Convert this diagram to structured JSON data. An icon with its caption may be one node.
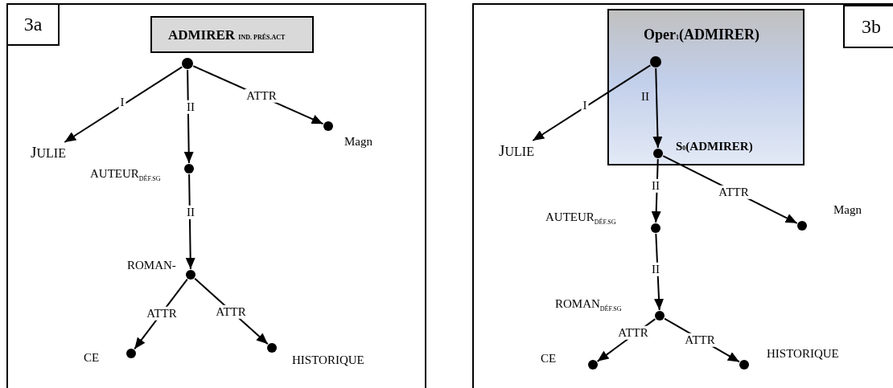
{
  "diagram": {
    "nodes": [
      {
        "text": [],
        "shape": "box"
      },
      {
        "text": [
          "3a"
        ],
        "in": 0
      },
      {
        "text": [
          "ADMIRER $_{IND. PRÉS.ACT}$"
        ],
        "in": 0
      },
      {
        "text": [],
        "shape": "circle",
        "in": 0
      },
      {
        "text": [
          "JULIE"
        ],
        "in": 0
      },
      {
        "text": [],
        "shape": "circle",
        "in": 0,
        "beside": [
          "AUTEUR$_{DÉF.SG}$"
        ]
      },
      {
        "text": [],
        "shape": "circle",
        "in": 0,
        "beside": [
          "Magn"
        ]
      },
      {
        "text": [],
        "shape": "circle",
        "in": 0,
        "beside": [
          "ROMAN-"
        ]
      },
      {
        "text": [],
        "shape": "circle",
        "in": 0,
        "beside": [
          "CE"
        ]
      },
      {
        "text": [],
        "shape": "circle",
        "in": 0,
        "beside": [
          "HISTORIQUE"
        ]
      },
      {
        "text": [],
        "shape": "box"
      },
      {
        "text": [
          "3b"
        ],
        "in": 10
      },
      {
        "text": [
          "Oper$_{1}$(ADMIRER)"
        ],
        "in": 10
      },
      {
        "text": [],
        "shape": "circle",
        "in": 12
      },
      {
        "text": [],
        "shape": "circle",
        "in": 12,
        "beside": [
          "S$_{0}$(ADMIRER)"
        ]
      },
      {
        "text": [
          "JULIE"
        ],
        "in": 10
      },
      {
        "text": [],
        "shape": "circle",
        "in": 10,
        "beside": [
          "AUTEUR$_{DÉF.SG}$"
        ]
      },
      {
        "text": [],
        "shape": "circle",
        "in": 10,
        "beside": [
          "Magn"
        ]
      },
      {
        "text": [],
        "shape": "circle",
        "in": 10,
        "beside": [
          "ROMAN$_{DÉF.SG}$"
        ]
      },
      {
        "text": [],
        "shape": "circle",
        "in": 10,
        "beside": [
          "CE"
        ]
      },
      {
        "text": [],
        "shape": "circle",
        "in": 10,
        "beside": [
          "HISTORIQUE"
        ]
      }
    ],
    "edges": [
      {
        "from": 3,
        "to": 4,
        "arrow": "to",
        "label": "I"
      },
      {
        "from": 3,
        "to": 5,
        "arrow": "to",
        "label": "II"
      },
      {
        "from": 3,
        "to": 6,
        "arrow": "to",
        "label": "ATTR"
      },
      {
        "from": 5,
        "to": 7,
        "arrow": "to",
        "label": "II"
      },
      {
        "from": 7,
        "to": 8,
        "arrow": "to",
        "label": "ATTR"
      },
      {
        "from": 7,
        "to": 9,
        "arrow": "to",
        "label": "ATTR"
      },
      {
        "from": 13,
        "to": 15,
        "arrow": "to",
        "label": "I"
      },
      {
        "from": 13,
        "to": 14,
        "arrow": "to",
        "label": "II"
      },
      {
        "from": 14,
        "to": 16,
        "arrow": "to",
        "label": "II"
      },
      {
        "from": 14,
        "to": 17,
        "arrow": "to",
        "label": "ATTR"
      },
      {
        "from": 16,
        "to": 18,
        "arrow": "to",
        "label": "II"
      },
      {
        "from": 18,
        "to": 19,
        "arrow": "to",
        "label": "ATTR"
      },
      {
        "from": 18,
        "to": 20,
        "arrow": "to",
        "label": "ATTR"
      }
    ]
  }
}
